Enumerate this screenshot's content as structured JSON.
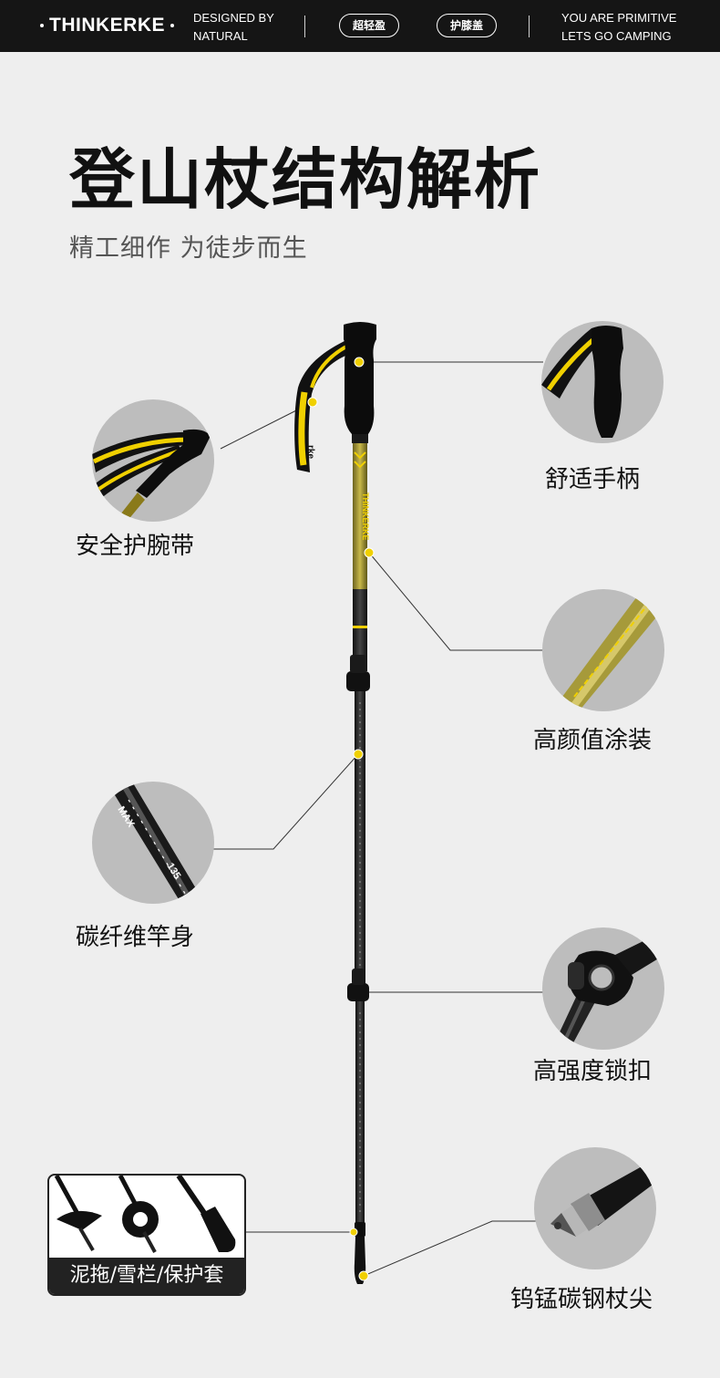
{
  "header": {
    "brand": "THINKERKE",
    "tagline_left": [
      "DESIGNED BY",
      "NATURAL"
    ],
    "badges": [
      "超轻盈",
      "护膝盖"
    ],
    "tagline_right": [
      "YOU ARE PRIMITIVE",
      "LETS GO CAMPING"
    ]
  },
  "title": "登山杖结构解析",
  "subtitle": "精工细作 为徒步而生",
  "pole_text": {
    "brand_on_shaft": "THINKERKE",
    "strap_text": "rke",
    "measure_mark": "MAX",
    "measure_num": "135"
  },
  "features": [
    {
      "label": "舒适手柄",
      "icon": "handle-icon"
    },
    {
      "label": "安全护腕带",
      "icon": "wrist-strap-icon"
    },
    {
      "label": "高颜值涂装",
      "icon": "coating-icon"
    },
    {
      "label": "碳纤维竿身",
      "icon": "carbon-shaft-icon"
    },
    {
      "label": "高强度锁扣",
      "icon": "lock-clip-icon"
    },
    {
      "label": "钨锰碳钢杖尖",
      "icon": "tip-icon"
    },
    {
      "label": "泥拖/雪栏/保护套",
      "icon": "accessories-icon"
    }
  ],
  "colors": {
    "accent_yellow": "#f0d000",
    "background": "#eeeeee",
    "header": "#151515"
  }
}
